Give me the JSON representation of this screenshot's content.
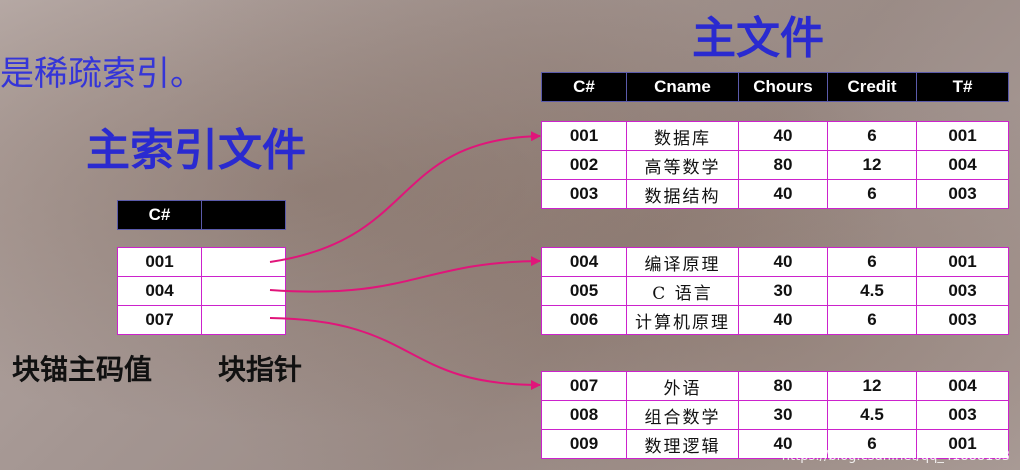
{
  "intro_text": "是稀疏索引。",
  "main_file_title": "主文件",
  "index_file_title": "主索引文件",
  "anchor_caption": "块锚主码值",
  "pointer_caption": "块指针",
  "main_headers": [
    "C#",
    "Cname",
    "Chours",
    "Credit",
    "T#"
  ],
  "main_blocks": [
    [
      [
        "001",
        "数据库",
        "40",
        "6",
        "001"
      ],
      [
        "002",
        "高等数学",
        "80",
        "12",
        "004"
      ],
      [
        "003",
        "数据结构",
        "40",
        "6",
        "003"
      ]
    ],
    [
      [
        "004",
        "编译原理",
        "40",
        "6",
        "001"
      ],
      [
        "005",
        "C 语言",
        "30",
        "4.5",
        "003"
      ],
      [
        "006",
        "计算机原理",
        "40",
        "6",
        "003"
      ]
    ],
    [
      [
        "007",
        "外语",
        "80",
        "12",
        "004"
      ],
      [
        "008",
        "组合数学",
        "30",
        "4.5",
        "003"
      ],
      [
        "009",
        "数理逻辑",
        "40",
        "6",
        "001"
      ]
    ]
  ],
  "index_headers": [
    "C#",
    ""
  ],
  "index_rows": [
    [
      "001",
      ""
    ],
    [
      "004",
      ""
    ],
    [
      "007",
      ""
    ]
  ],
  "colors": {
    "title": "#2a2ad0",
    "arrow": "#e0157a",
    "border": "#cc22cc"
  },
  "watermark": "https://blog.csdn.net/qq_41888163"
}
